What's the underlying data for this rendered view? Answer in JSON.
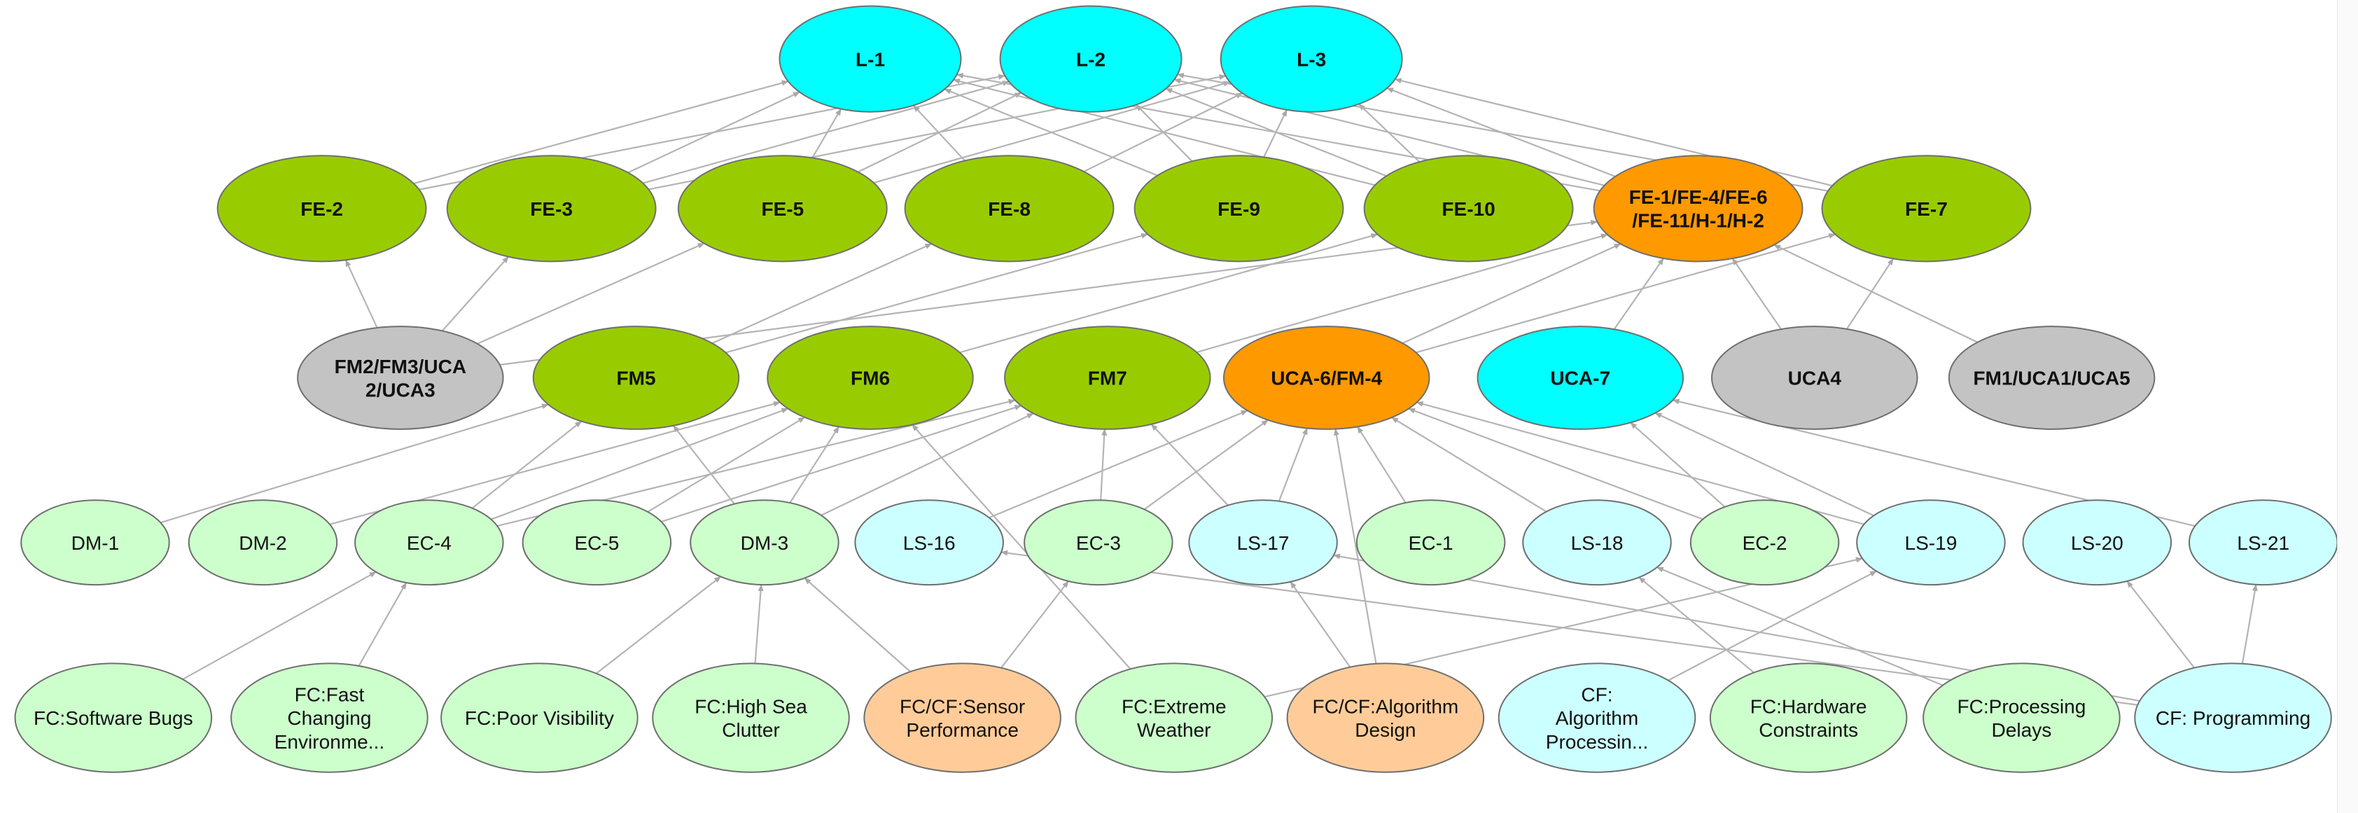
{
  "colors": {
    "edge": "#b4b4b4",
    "border": "#6f6f6f",
    "loss": "#00ffff",
    "hazard": "#99cc00",
    "highlight": "#ff9900",
    "gray": "#c3c3c3",
    "cause_green": "#ccffcc",
    "cause_cyan": "#ccffff",
    "cause_orange": "#ffcc99"
  },
  "nodes": [
    {
      "id": "L-1",
      "label": "L-1",
      "color": "loss",
      "bold": true
    },
    {
      "id": "L-2",
      "label": "L-2",
      "color": "loss",
      "bold": true
    },
    {
      "id": "L-3",
      "label": "L-3",
      "color": "loss",
      "bold": true
    },
    {
      "id": "FE-2",
      "label": "FE-2",
      "color": "hazard",
      "bold": true
    },
    {
      "id": "FE-3",
      "label": "FE-3",
      "color": "hazard",
      "bold": true
    },
    {
      "id": "FE-5",
      "label": "FE-5",
      "color": "hazard",
      "bold": true
    },
    {
      "id": "FE-8",
      "label": "FE-8",
      "color": "hazard",
      "bold": true
    },
    {
      "id": "FE-9",
      "label": "FE-9",
      "color": "hazard",
      "bold": true
    },
    {
      "id": "FE-10",
      "label": "FE-10",
      "color": "hazard",
      "bold": true
    },
    {
      "id": "FE-1",
      "label": "FE-1/FE-4/FE-6\n/FE-11/H-1/H-2",
      "color": "highlight",
      "bold": true
    },
    {
      "id": "FE-7",
      "label": "FE-7",
      "color": "hazard",
      "bold": true
    },
    {
      "id": "FM2",
      "label": "FM2/FM3/UCA\n2/UCA3",
      "color": "gray",
      "bold": true
    },
    {
      "id": "FM5",
      "label": "FM5",
      "color": "hazard",
      "bold": true
    },
    {
      "id": "FM6",
      "label": "FM6",
      "color": "hazard",
      "bold": true
    },
    {
      "id": "FM7",
      "label": "FM7",
      "color": "hazard",
      "bold": true
    },
    {
      "id": "UCA-6",
      "label": "UCA-6/FM-4",
      "color": "highlight",
      "bold": true
    },
    {
      "id": "UCA-7",
      "label": "UCA-7",
      "color": "loss",
      "bold": true
    },
    {
      "id": "UCA4",
      "label": "UCA4",
      "color": "gray",
      "bold": true
    },
    {
      "id": "FM1",
      "label": "FM1/UCA1/UCA5",
      "color": "gray",
      "bold": true
    },
    {
      "id": "DM-1",
      "label": "DM-1",
      "color": "cause_green",
      "bold": false
    },
    {
      "id": "DM-2",
      "label": "DM-2",
      "color": "cause_green",
      "bold": false
    },
    {
      "id": "EC-4",
      "label": "EC-4",
      "color": "cause_green",
      "bold": false
    },
    {
      "id": "EC-5",
      "label": "EC-5",
      "color": "cause_green",
      "bold": false
    },
    {
      "id": "DM-3",
      "label": "DM-3",
      "color": "cause_green",
      "bold": false
    },
    {
      "id": "LS-16",
      "label": "LS-16",
      "color": "cause_cyan",
      "bold": false
    },
    {
      "id": "EC-3",
      "label": "EC-3",
      "color": "cause_green",
      "bold": false
    },
    {
      "id": "LS-17",
      "label": "LS-17",
      "color": "cause_cyan",
      "bold": false
    },
    {
      "id": "EC-1",
      "label": "EC-1",
      "color": "cause_green",
      "bold": false
    },
    {
      "id": "LS-18",
      "label": "LS-18",
      "color": "cause_cyan",
      "bold": false
    },
    {
      "id": "EC-2",
      "label": "EC-2",
      "color": "cause_green",
      "bold": false
    },
    {
      "id": "LS-19",
      "label": "LS-19",
      "color": "cause_cyan",
      "bold": false
    },
    {
      "id": "LS-20",
      "label": "LS-20",
      "color": "cause_cyan",
      "bold": false
    },
    {
      "id": "LS-21",
      "label": "LS-21",
      "color": "cause_cyan",
      "bold": false
    },
    {
      "id": "FC-SB",
      "label": "FC:Software Bugs",
      "color": "cause_green",
      "bold": false
    },
    {
      "id": "FC-FCE",
      "label": "FC:Fast\nChanging\nEnvironme...",
      "color": "cause_green",
      "bold": false
    },
    {
      "id": "FC-PV",
      "label": "FC:Poor Visibility",
      "color": "cause_green",
      "bold": false
    },
    {
      "id": "FC-HSC",
      "label": "FC:High Sea\nClutter",
      "color": "cause_green",
      "bold": false
    },
    {
      "id": "FC-SP",
      "label": "FC/CF:Sensor\nPerformance",
      "color": "cause_orange",
      "bold": false
    },
    {
      "id": "FC-EW",
      "label": "FC:Extreme\nWeather",
      "color": "cause_green",
      "bold": false
    },
    {
      "id": "FC-AD",
      "label": "FC/CF:Algorithm\nDesign",
      "color": "cause_orange",
      "bold": false
    },
    {
      "id": "CF-AP",
      "label": "CF:\nAlgorithm\nProcessin...",
      "color": "cause_cyan",
      "bold": false
    },
    {
      "id": "FC-HC",
      "label": "FC:Hardware\nConstraints",
      "color": "cause_green",
      "bold": false
    },
    {
      "id": "FC-PD",
      "label": "FC:Processing\nDelays",
      "color": "cause_green",
      "bold": false
    },
    {
      "id": "CF-P",
      "label": "CF: Programming",
      "color": "cause_cyan",
      "bold": false
    }
  ],
  "edges": [
    [
      "FE-2",
      "L-1"
    ],
    [
      "FE-2",
      "L-2"
    ],
    [
      "FE-3",
      "L-1"
    ],
    [
      "FE-3",
      "L-2"
    ],
    [
      "FE-3",
      "L-3"
    ],
    [
      "FE-5",
      "L-1"
    ],
    [
      "FE-5",
      "L-2"
    ],
    [
      "FE-5",
      "L-3"
    ],
    [
      "FE-8",
      "L-1"
    ],
    [
      "FE-8",
      "L-3"
    ],
    [
      "FE-9",
      "L-1"
    ],
    [
      "FE-9",
      "L-2"
    ],
    [
      "FE-9",
      "L-3"
    ],
    [
      "FE-10",
      "L-1"
    ],
    [
      "FE-10",
      "L-2"
    ],
    [
      "FE-10",
      "L-3"
    ],
    [
      "FE-1",
      "L-1"
    ],
    [
      "FE-1",
      "L-2"
    ],
    [
      "FE-1",
      "L-3"
    ],
    [
      "FE-7",
      "L-2"
    ],
    [
      "FE-7",
      "L-3"
    ],
    [
      "FM2",
      "FE-2"
    ],
    [
      "FM2",
      "FE-3"
    ],
    [
      "FM2",
      "FE-5"
    ],
    [
      "FM2",
      "FE-1"
    ],
    [
      "FM5",
      "FE-8"
    ],
    [
      "FM5",
      "FE-9"
    ],
    [
      "FM6",
      "FE-10"
    ],
    [
      "FM7",
      "FE-1"
    ],
    [
      "UCA-6",
      "FE-1"
    ],
    [
      "UCA-6",
      "FE-7"
    ],
    [
      "UCA-7",
      "FE-1"
    ],
    [
      "UCA4",
      "FE-1"
    ],
    [
      "UCA4",
      "FE-7"
    ],
    [
      "FM1",
      "FE-1"
    ],
    [
      "DM-1",
      "FM5"
    ],
    [
      "DM-2",
      "FM6"
    ],
    [
      "EC-4",
      "FM5"
    ],
    [
      "EC-4",
      "FM6"
    ],
    [
      "EC-4",
      "FM7"
    ],
    [
      "EC-5",
      "FM6"
    ],
    [
      "EC-5",
      "FM7"
    ],
    [
      "DM-3",
      "FM5"
    ],
    [
      "DM-3",
      "FM6"
    ],
    [
      "DM-3",
      "FM7"
    ],
    [
      "LS-16",
      "UCA-6"
    ],
    [
      "EC-3",
      "FM7"
    ],
    [
      "EC-3",
      "UCA-6"
    ],
    [
      "LS-17",
      "FM7"
    ],
    [
      "LS-17",
      "UCA-6"
    ],
    [
      "EC-1",
      "UCA-6"
    ],
    [
      "LS-18",
      "UCA-6"
    ],
    [
      "EC-2",
      "UCA-6"
    ],
    [
      "EC-2",
      "UCA-7"
    ],
    [
      "LS-19",
      "UCA-6"
    ],
    [
      "LS-19",
      "UCA-7"
    ],
    [
      "LS-21",
      "UCA-7"
    ],
    [
      "FC-SB",
      "EC-4"
    ],
    [
      "FC-FCE",
      "EC-4"
    ],
    [
      "FC-PV",
      "DM-3"
    ],
    [
      "FC-HSC",
      "DM-3"
    ],
    [
      "FC-SP",
      "DM-3"
    ],
    [
      "FC-SP",
      "EC-3"
    ],
    [
      "FC-EW",
      "FM6"
    ],
    [
      "FC-EW",
      "LS-19"
    ],
    [
      "FC-AD",
      "LS-17"
    ],
    [
      "FC-AD",
      "UCA-6"
    ],
    [
      "CF-AP",
      "LS-19"
    ],
    [
      "FC-HC",
      "LS-18"
    ],
    [
      "FC-PD",
      "LS-18"
    ],
    [
      "CF-P",
      "LS-16"
    ],
    [
      "CF-P",
      "LS-17"
    ],
    [
      "CF-P",
      "LS-20"
    ],
    [
      "CF-P",
      "LS-21"
    ]
  ]
}
